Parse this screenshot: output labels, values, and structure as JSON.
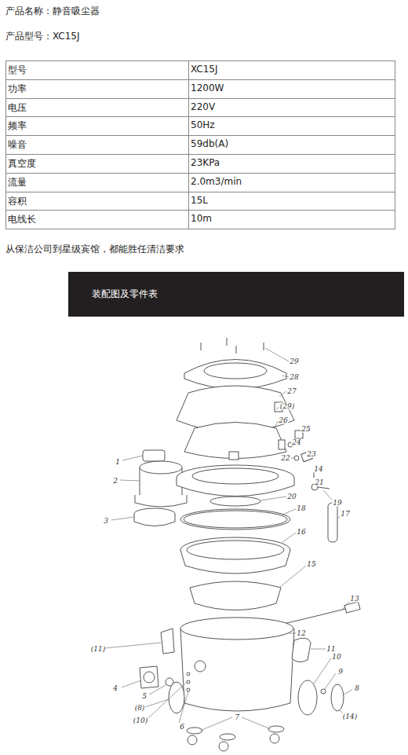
{
  "diagram": {
    "nodes": [
      {
        "text": [
          "装配图及零件表"
        ]
      }
    ],
    "labels": [
      "产品名称：静音吸尘器",
      "产品型号：XC15J",
      "型号",
      "XC15J",
      "功率",
      "1200W",
      "电压",
      "220V",
      "频率",
      "50Hz",
      "噪音",
      "59db(A)",
      "真空度",
      "23KPa",
      "流量",
      "2.0m3/min",
      "容积",
      "15L",
      "电线长",
      "10m",
      "从保洁公司到星级宾馆，都能胜任清洁要求",
      "29",
      "28",
      "27",
      "(29)",
      "26",
      "25",
      "24",
      "23",
      "22",
      "14",
      "21",
      "19",
      "1",
      "2",
      "3",
      "20",
      "18",
      "17",
      "16",
      "15",
      "13",
      "(11)",
      "12",
      "11",
      "4",
      "5",
      "(8)",
      "6",
      "(10)",
      "10",
      "9",
      "8",
      "7",
      "(14)"
    ]
  }
}
